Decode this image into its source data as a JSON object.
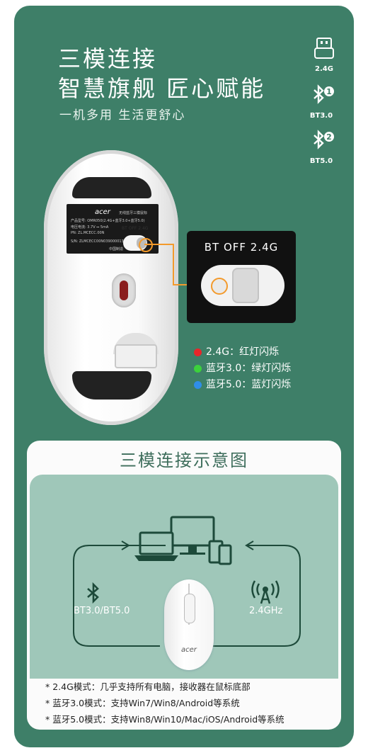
{
  "hero": {
    "title_line1": "三模连接",
    "title_line2": "智慧旗舰 匠心赋能",
    "subtitle": "一机多用 生活更舒心"
  },
  "modes": [
    {
      "icon": "usb-receiver-icon",
      "label": "2.4G"
    },
    {
      "icon": "bluetooth-1-icon",
      "label": "BT3.0"
    },
    {
      "icon": "bluetooth-2-icon",
      "label": "BT5.0"
    }
  ],
  "mouse_label": {
    "brand": "acer",
    "line1": "无线蓝牙三模鼠标",
    "line2": "产品型号: OMR050(2.4G+蓝牙3.0+蓝牙5.0)",
    "line3": "电压电流: 3.7V ⎓ 5mA",
    "line4": "PN: ZL.MCECC.00N",
    "line5": "S/N: ZLMCECC00N039000013BA",
    "line6": "中国制造",
    "switch_small": "BT OFF 2.4G"
  },
  "switch_callout": {
    "label": "BT  OFF  2.4G"
  },
  "leds": [
    {
      "color": "#e8262a",
      "text": "2.4G：红灯闪烁"
    },
    {
      "color": "#3cd13c",
      "text": "蓝牙3.0：绿灯闪烁"
    },
    {
      "color": "#2f8ee8",
      "text": "蓝牙5.0：蓝灯闪烁"
    }
  ],
  "diagram": {
    "title": "三模连接示意图",
    "left_label": "BT3.0/BT5.0",
    "right_label": "2.4GHz",
    "mouse_brand": "acer"
  },
  "notes": [
    "* 2.4G模式：几乎支持所有电脑，接收器在鼠标底部",
    "* 蓝牙3.0模式：支持Win7/Win8/Android等系统",
    "* 蓝牙5.0模式：支持Win8/Win10/Mac/iOS/Android等系统"
  ],
  "colors": {
    "panel": "#3e7f68",
    "diagram_bg": "#9fc7b9",
    "accent": "#f39a2c"
  }
}
